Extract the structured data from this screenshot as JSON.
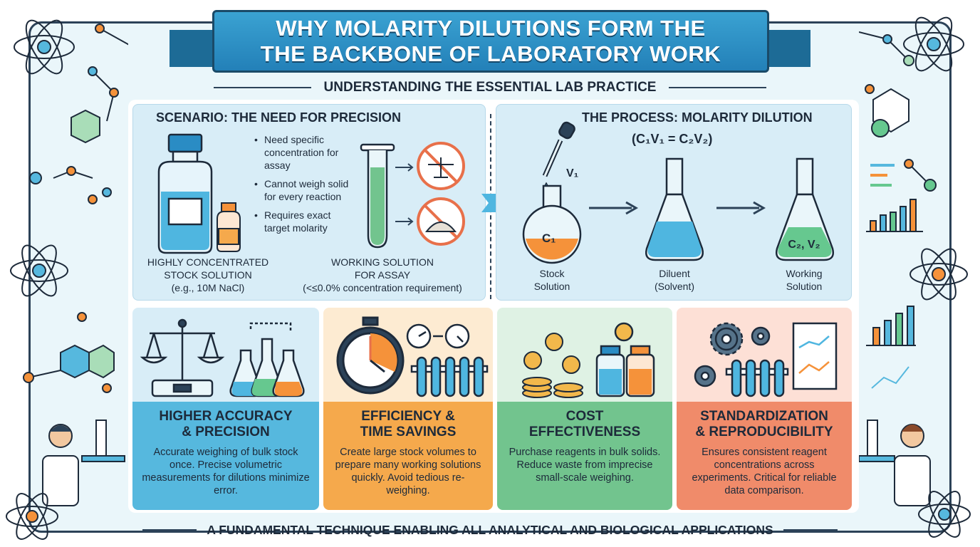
{
  "title": {
    "line1": "WHY MOLARITY DILUTIONS FORM THE",
    "line2": "THE BACKBONE OF LABORATORY WORK"
  },
  "subtitle": "UNDERSTANDING THE ESSENTIAL LAB PRACTICE",
  "scenario": {
    "title": "SCENARIO: THE NEED FOR PRECISION",
    "bullets": [
      "Need specific concentration for assay",
      "Cannot weigh solid for every reaction",
      "Requires exact target molarity"
    ],
    "stock_caption": [
      "HIGHLY CONCENTRATED",
      "STOCK SOLUTION",
      "(e.g., 10M NaCl)"
    ],
    "working_caption": [
      "WORKING SOLUTION",
      "FOR ASSAY",
      "(<≤0.0% concentration requirement)"
    ]
  },
  "process": {
    "title": "THE PROCESS: MOLARITY DILUTION",
    "formula": "(C₁V₁ = C₂V₂)",
    "v1_label": "V₁",
    "c1_label": "C₁",
    "c2v2_label": "C₂, V₂",
    "stock_label": [
      "Stock",
      "Solution"
    ],
    "diluent_label": [
      "Diluent",
      "(Solvent)"
    ],
    "working_label": [
      "Working",
      "Solution"
    ]
  },
  "cards": [
    {
      "title": [
        "HIGHER ACCURACY",
        "& PRECISION"
      ],
      "text": "Accurate weighing of bulk stock once. Precise volumetric measurements for dilutions minimize error."
    },
    {
      "title": [
        "EFFICIENCY &",
        "TIME SAVINGS"
      ],
      "text": "Create large stock volumes to prepare many working solutions quickly. Avoid tedious re-weighing."
    },
    {
      "title": [
        "COST",
        "EFFECTIVENESS"
      ],
      "text": "Purchase reagents in bulk solids. Reduce waste from imprecise small-scale weighing."
    },
    {
      "title": [
        "STANDARDIZATION",
        "& REPRODUCIBILITY"
      ],
      "text": "Ensures consistent reagent concentrations across experiments. Critical for reliable data comparison."
    }
  ],
  "footer": "A FUNDAMENTAL TECHNIQUE ENABLING ALL ANALYTICAL AND BIOLOGICAL APPLICATIONS",
  "colors": {
    "banner": "#2a8cc4",
    "panel": "#d8edf7",
    "card_blue": "#56b8de",
    "card_orange": "#f5a94c",
    "card_green": "#72c48e",
    "card_coral": "#f08b6a",
    "liquid_orange": "#f5923a",
    "liquid_blue": "#4fb6e0",
    "liquid_green": "#66c88f"
  }
}
